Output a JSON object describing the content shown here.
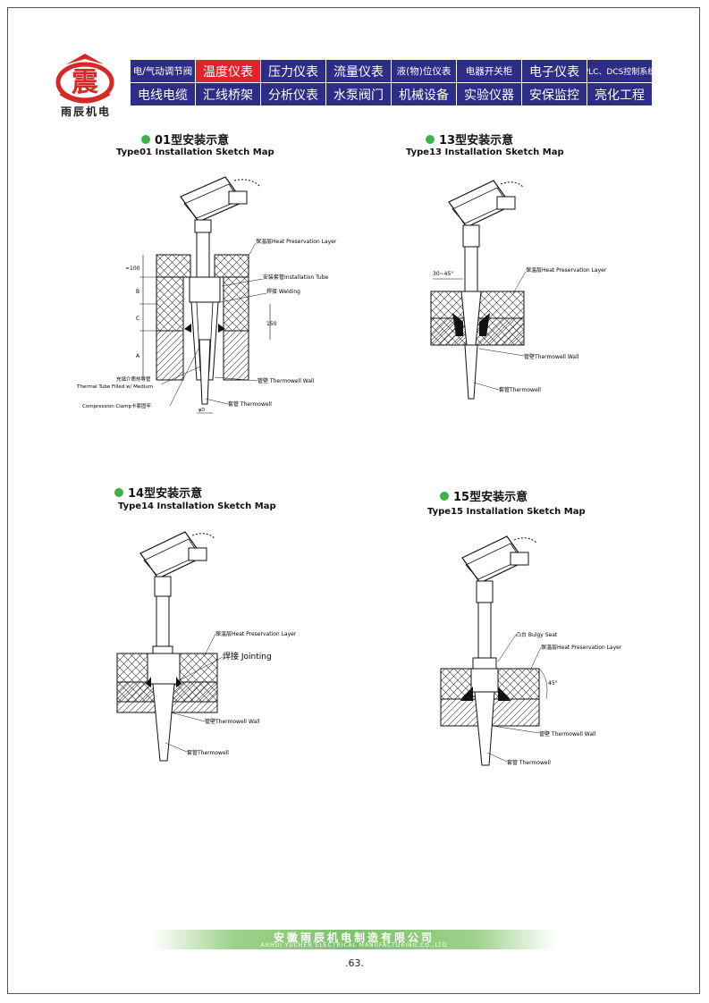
{
  "brand": {
    "logo_char": "震",
    "name": "雨辰机电"
  },
  "nav": {
    "row1": [
      "电/气动调节阀",
      "温度仪表",
      "压力仪表",
      "流量仪表",
      "液(物)位仪表",
      "电器开关柜",
      "电子仪表",
      "PLC、DCS控制系统"
    ],
    "row2": [
      "电线电缆",
      "汇线桥架",
      "分析仪表",
      "水泵阀门",
      "机械设备",
      "实验仪器",
      "安保监控",
      "亮化工程"
    ],
    "active": "温度仪表"
  },
  "sections": {
    "type01": {
      "title": "01型安装示意",
      "subtitle": "Type01 Installation Sketch Map",
      "labels": {
        "heat": "保温层Heat Preservation Layer",
        "tube": "安装套管Installation Tube",
        "weld": "焊接 Welding",
        "dim100": "≈100",
        "dim150": "150",
        "b": "B",
        "c": "C",
        "a": "A",
        "medium": "充填介质热导管",
        "medium_en": "Thermal Tube Filled w/ Medium",
        "clamp": "Compression Clamp卡套固牢",
        "wall": "管壁 Thermowell Wall",
        "well": "套管 Thermowell",
        "phi": "φD"
      }
    },
    "type13": {
      "title": "13型安装示意",
      "subtitle": "Type13  Installation Sketch Map",
      "labels": {
        "angle": "30~45°",
        "heat": "保温层Heat Preservation Layer",
        "wall": "管壁Thermowell Wall",
        "well": "套管Thermowell"
      }
    },
    "type14": {
      "title": "14型安装示意",
      "subtitle": "Type14 Installation Sketch Map",
      "labels": {
        "heat": "保温层Heat Preservation Layer",
        "joint": "焊接 Jointing",
        "wall": "管壁Thermowell Wall",
        "well": "套管Thermowell"
      }
    },
    "type15": {
      "title": "15型安装示意",
      "subtitle": "Type15  Installation Sketch Map",
      "labels": {
        "bulgy": "凸台 Bulgy Seat",
        "heat": "保温层Heat Preservation Layer",
        "angle": "45°",
        "wall": "管壁 Thermowell Wall",
        "well": "套管 Thermowell"
      }
    }
  },
  "footer": {
    "company_cn": "安徽雨辰机电制造有限公司",
    "company_en": "ANHUI YUCHEN ELECTRICAL MANUFACTURING CO.,LTD",
    "page": ".63."
  }
}
